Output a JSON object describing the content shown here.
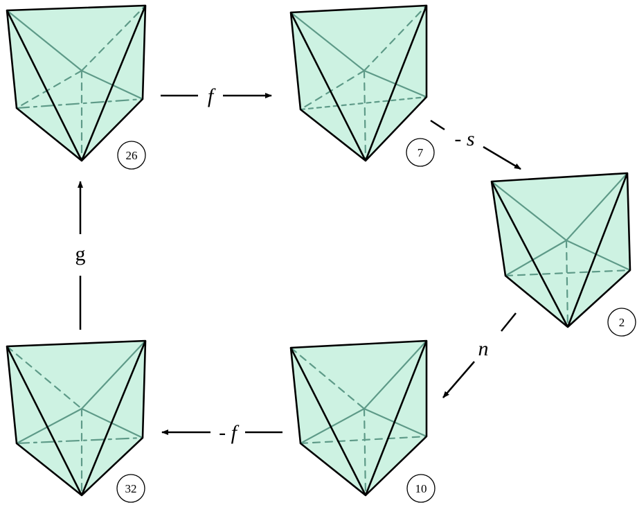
{
  "colors": {
    "face_fill": "#cdf2e2",
    "inner_edge": "#5e9a88",
    "outer_edge": "#000000",
    "background": "#ffffff"
  },
  "nodes": [
    {
      "id": "n26",
      "badge": "26"
    },
    {
      "id": "n7",
      "badge": "7"
    },
    {
      "id": "n2",
      "badge": "2"
    },
    {
      "id": "n10",
      "badge": "10"
    },
    {
      "id": "n32",
      "badge": "32"
    }
  ],
  "edges": [
    {
      "from": "n26",
      "to": "n7",
      "label": "f",
      "italic": true
    },
    {
      "from": "n7",
      "to": "n2",
      "label": "- s",
      "italic": true
    },
    {
      "from": "n2",
      "to": "n10",
      "label": "n",
      "italic": true
    },
    {
      "from": "n10",
      "to": "n32",
      "label": "- f",
      "italic": true
    },
    {
      "from": "n32",
      "to": "n26",
      "label": "g",
      "italic": false
    }
  ]
}
